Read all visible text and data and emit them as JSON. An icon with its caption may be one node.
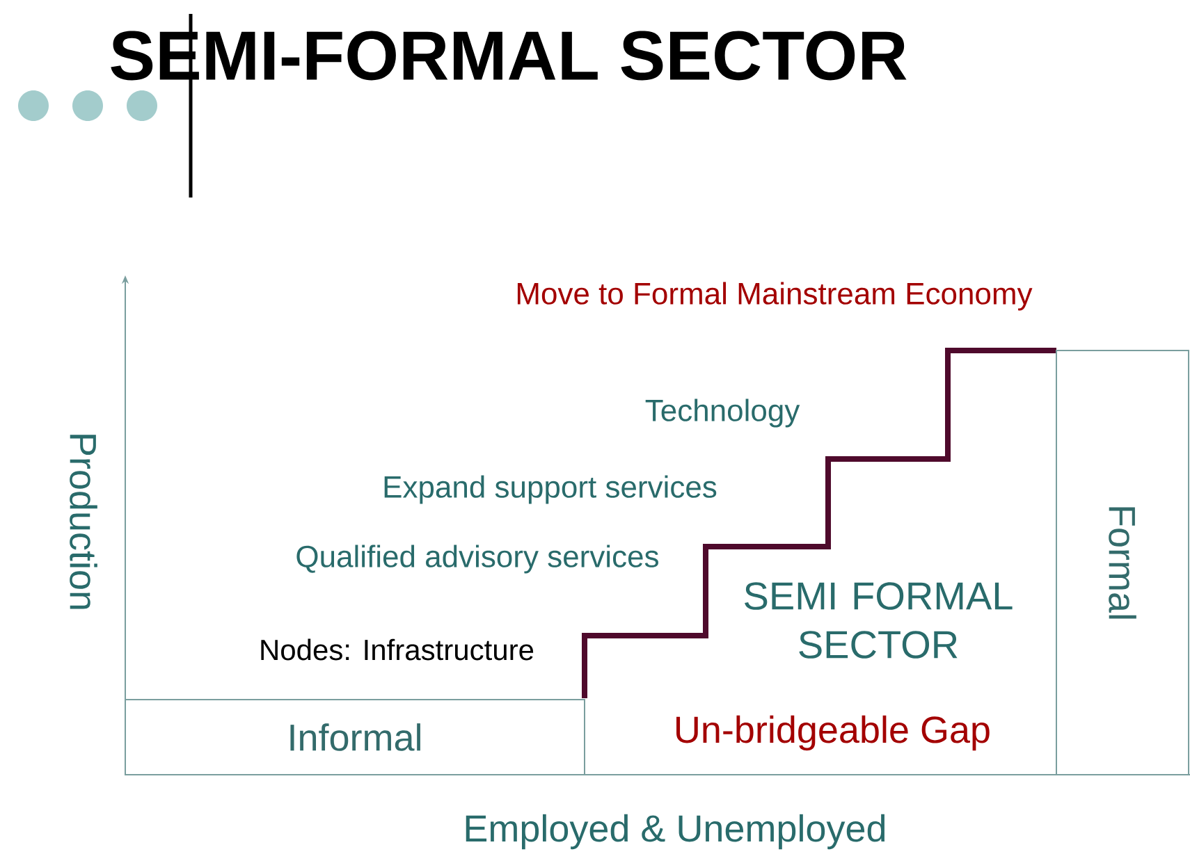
{
  "diagram": {
    "title": "SEMI-FORMAL SECTOR",
    "nodes": [
      {
        "text": [
          "Informal"
        ]
      },
      {
        "text": [
          "Formal"
        ]
      }
    ],
    "labels": [
      "Move to Formal Mainstream Economy",
      "Technology",
      "Expand support services",
      "Production",
      "Qualified advisory services",
      "SEMI FORMAL SECTOR",
      "Nodes: Infrastructure",
      "Un-bridgeable Gap",
      "Employed & Unemployed"
    ]
  }
}
